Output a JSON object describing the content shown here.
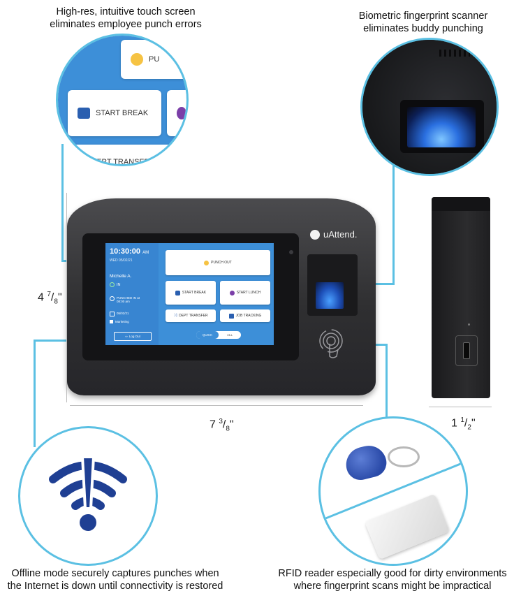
{
  "captions": {
    "touch": [
      "High-res, intuitive touch screen",
      "eliminates employee punch errors"
    ],
    "fingerprint": [
      "Biometric fingerprint scanner",
      "eliminates buddy punching"
    ],
    "offline": [
      "Offline mode securely captures punches when",
      "the Internet is down until connectivity is restored"
    ],
    "rfid": [
      "RFID reader especially good for dirty environments",
      "where fingerprint scans might be impractical"
    ]
  },
  "dimensions": {
    "height_whole": "4",
    "height_num": "7",
    "height_den": "8",
    "width_whole": "7",
    "width_num": "3",
    "width_den": "8",
    "depth_whole": "1",
    "depth_num": "1",
    "depth_den": "2",
    "inch_mark": "\""
  },
  "brand": "uAttend.",
  "screen": {
    "time": "10:30:00",
    "ampm": "AM",
    "date": "WED 05/02/21",
    "user": "Michelle A.",
    "status": "IN",
    "punched_in_line1": "PUNCHED IN at",
    "punched_in_line2": "08:00 am",
    "punch_date": "05/02/21",
    "department": "Marketing",
    "logout": "Log Out",
    "tiles": {
      "punch_out": "PUNCH OUT",
      "start_break": "START BREAK",
      "start_lunch": "START LUNCH",
      "dept_transfer": "DEPT TRANSFER",
      "job_tracking": "JOB TRACKING"
    },
    "toggle": {
      "quick": "QUICK",
      "all": "ALL"
    }
  },
  "zoom_touch": {
    "punch": "PU",
    "start_break": "START BREAK",
    "dept_transfer": "DEPT TRANSFER"
  },
  "colors": {
    "accent_line": "#5bc0e3",
    "screen_blue": "#3d8fd8",
    "wifi_blue": "#1f3f93"
  }
}
